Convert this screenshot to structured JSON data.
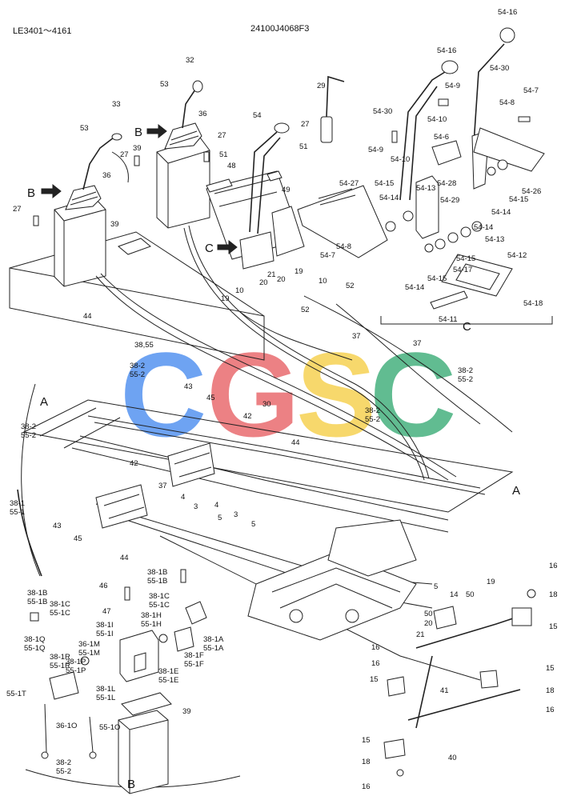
{
  "header": {
    "serial_range": "LE3401～4161",
    "drawing_number": "24100J4068F3"
  },
  "watermark": {
    "letters": [
      "C",
      "G",
      "S",
      "C"
    ],
    "colors": [
      "#4f8ff0",
      "#e8666a",
      "#f6d04d",
      "#3fae7a"
    ]
  },
  "sections": {
    "view_a": "A",
    "view_b": "B",
    "view_c": "C"
  },
  "callouts": {
    "c1": "32",
    "c2": "53",
    "c3": "36",
    "c4": "33",
    "c5": "53",
    "c6": "27",
    "c7": "39",
    "c8": "36",
    "c9": "27",
    "c10": "39",
    "c11": "27",
    "c12": "51",
    "c13": "48",
    "c14": "54",
    "c15": "27",
    "c16": "51",
    "c17": "49",
    "c18": "29",
    "c19": "54-27",
    "c20": "54-16",
    "c21": "54-16",
    "c22": "54-30",
    "c23": "54-9",
    "c24": "54-10",
    "c25": "54-7",
    "c26": "54-8",
    "c27": "54-30",
    "c28": "54-9",
    "c29": "54-10",
    "c30": "54-6",
    "c31": "54-28",
    "c32": "54-26",
    "c33": "54-15",
    "c34": "54-14",
    "c35": "54-13",
    "c36": "54-14",
    "c37": "54-15",
    "c38": "54-29",
    "c39": "54-8",
    "c40": "54-7",
    "c41": "54-13",
    "c42": "54-14",
    "c43": "54-15",
    "c44": "54-17",
    "c45": "54-15",
    "c46": "54-14",
    "c47": "54-12",
    "c48": "54-18",
    "c49": "54-11",
    "c50": "19",
    "c51": "10",
    "c52": "52",
    "c53": "20",
    "c54": "21",
    "c55": "20",
    "c56": "10",
    "c57": "19",
    "c58": "52",
    "c59": "44",
    "c60": "38,55",
    "c61": "38-2",
    "c62": "55-2",
    "c63": "37",
    "c64": "37",
    "c65": "38-2",
    "c66": "55-2",
    "c67": "43",
    "c68": "45",
    "c69": "30",
    "c70": "42",
    "c71": "38-2",
    "c72": "55-2",
    "c73": "44",
    "c74": "38-2",
    "c75": "55-2",
    "c76": "42",
    "c77": "37",
    "c78": "4",
    "c79": "3",
    "c80": "4",
    "c81": "5",
    "c82": "3",
    "c83": "5",
    "c84": "38-1",
    "c85": "55-1",
    "c86": "43",
    "c87": "45",
    "c88": "44",
    "c89": "46",
    "c90": "47",
    "c91": "38-1B",
    "c92": "55-1B",
    "c93": "38-1C",
    "c94": "55-1C",
    "c95": "38-1B",
    "c96": "55-1B",
    "c97": "38-1C",
    "c98": "55-1C",
    "c99": "38-1Q",
    "c100": "55-1Q",
    "c101": "38-1R",
    "c102": "55-1R",
    "c103": "38-1P",
    "c104": "55-1P",
    "c105": "36-1M",
    "c106": "55-1M",
    "c107": "38-1I",
    "c108": "55-1I",
    "c109": "38-1H",
    "c110": "55-1H",
    "c111": "38-1A",
    "c112": "55-1A",
    "c113": "38-1F",
    "c114": "55-1F",
    "c115": "38-1E",
    "c116": "55-1E",
    "c117": "38-1L",
    "c118": "55-1L",
    "c119": "55-1T",
    "c120": "36-1O",
    "c121": "55-1O",
    "c122": "39",
    "c123": "38-2",
    "c124": "55-2",
    "c125": "5",
    "c126": "14",
    "c127": "50",
    "c128": "19",
    "c129": "50",
    "c130": "20",
    "c131": "21",
    "c132": "16",
    "c133": "18",
    "c134": "15",
    "c135": "16",
    "c136": "16",
    "c137": "15",
    "c138": "41",
    "c139": "15",
    "c140": "18",
    "c141": "16",
    "c142": "40",
    "c143": "15",
    "c144": "18",
    "c145": "16"
  }
}
